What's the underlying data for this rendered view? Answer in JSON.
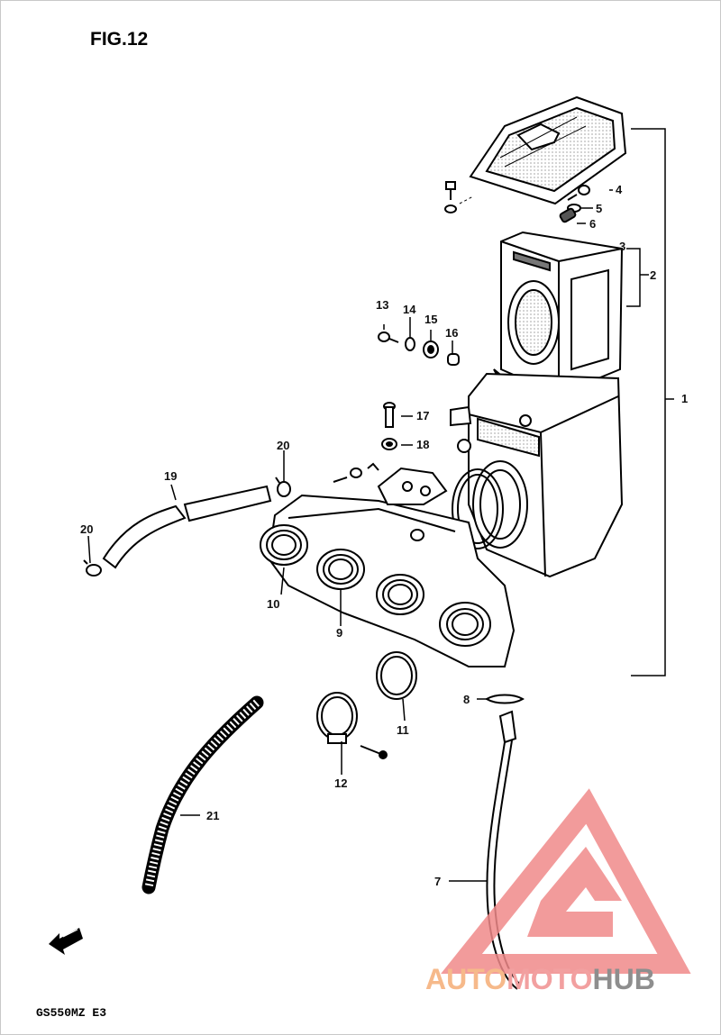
{
  "figure": {
    "title": "FIG.12",
    "model_code": "GS550MZ  E3"
  },
  "callouts": [
    "1",
    "2",
    "3",
    "4",
    "5",
    "6",
    "7",
    "8",
    "9",
    "10",
    "11",
    "12",
    "13",
    "14",
    "15",
    "16",
    "17",
    "18",
    "19",
    "20",
    "20",
    "21"
  ],
  "watermark": {
    "part1": "AUTO",
    "part2": "MOTO",
    "part3": "HUB",
    "colors": {
      "triangle": "#f08a8a",
      "auto": "#f6b98a",
      "moto": "#f2a0a0",
      "hub": "#8e8e8e"
    }
  },
  "icons": [
    "front-direction-arrow-icon",
    "automotohub-logo-icon"
  ]
}
